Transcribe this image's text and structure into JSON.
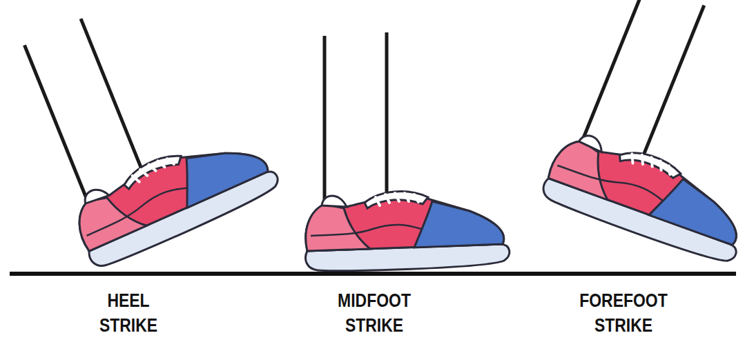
{
  "diagram": {
    "labels": [
      "HEEL STRIKE",
      "MIDFOOT STRIKE",
      "FOREFOOT STRIKE"
    ]
  }
}
